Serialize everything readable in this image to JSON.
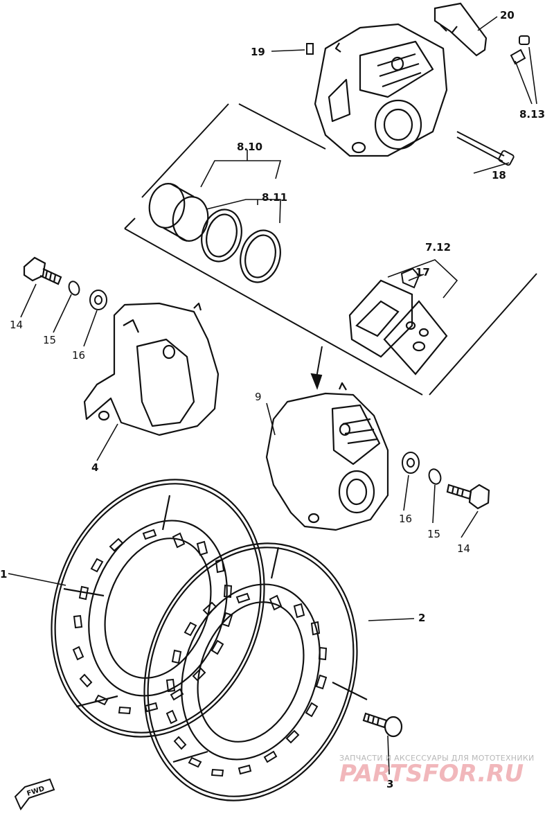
{
  "callouts": {
    "c20": "20",
    "c19": "19",
    "c813": "8.13",
    "c810": "8.10",
    "c811": "8.11",
    "c18": "18",
    "c712": "7.12",
    "c17": "17",
    "c14a": "14",
    "c15a": "15",
    "c16a": "16",
    "c4": "4",
    "c9": "9",
    "c16b": "16",
    "c15b": "15",
    "c14b": "14",
    "c1": "1",
    "c2": "2",
    "c3": "3"
  },
  "fwd_marker": "FWD",
  "watermark": {
    "tagline": "ЗАПЧАСТИ И АКСЕССУАРЫ ДЛЯ МОТОТЕХНИКИ",
    "brand": "PARTSFOR.RU"
  }
}
